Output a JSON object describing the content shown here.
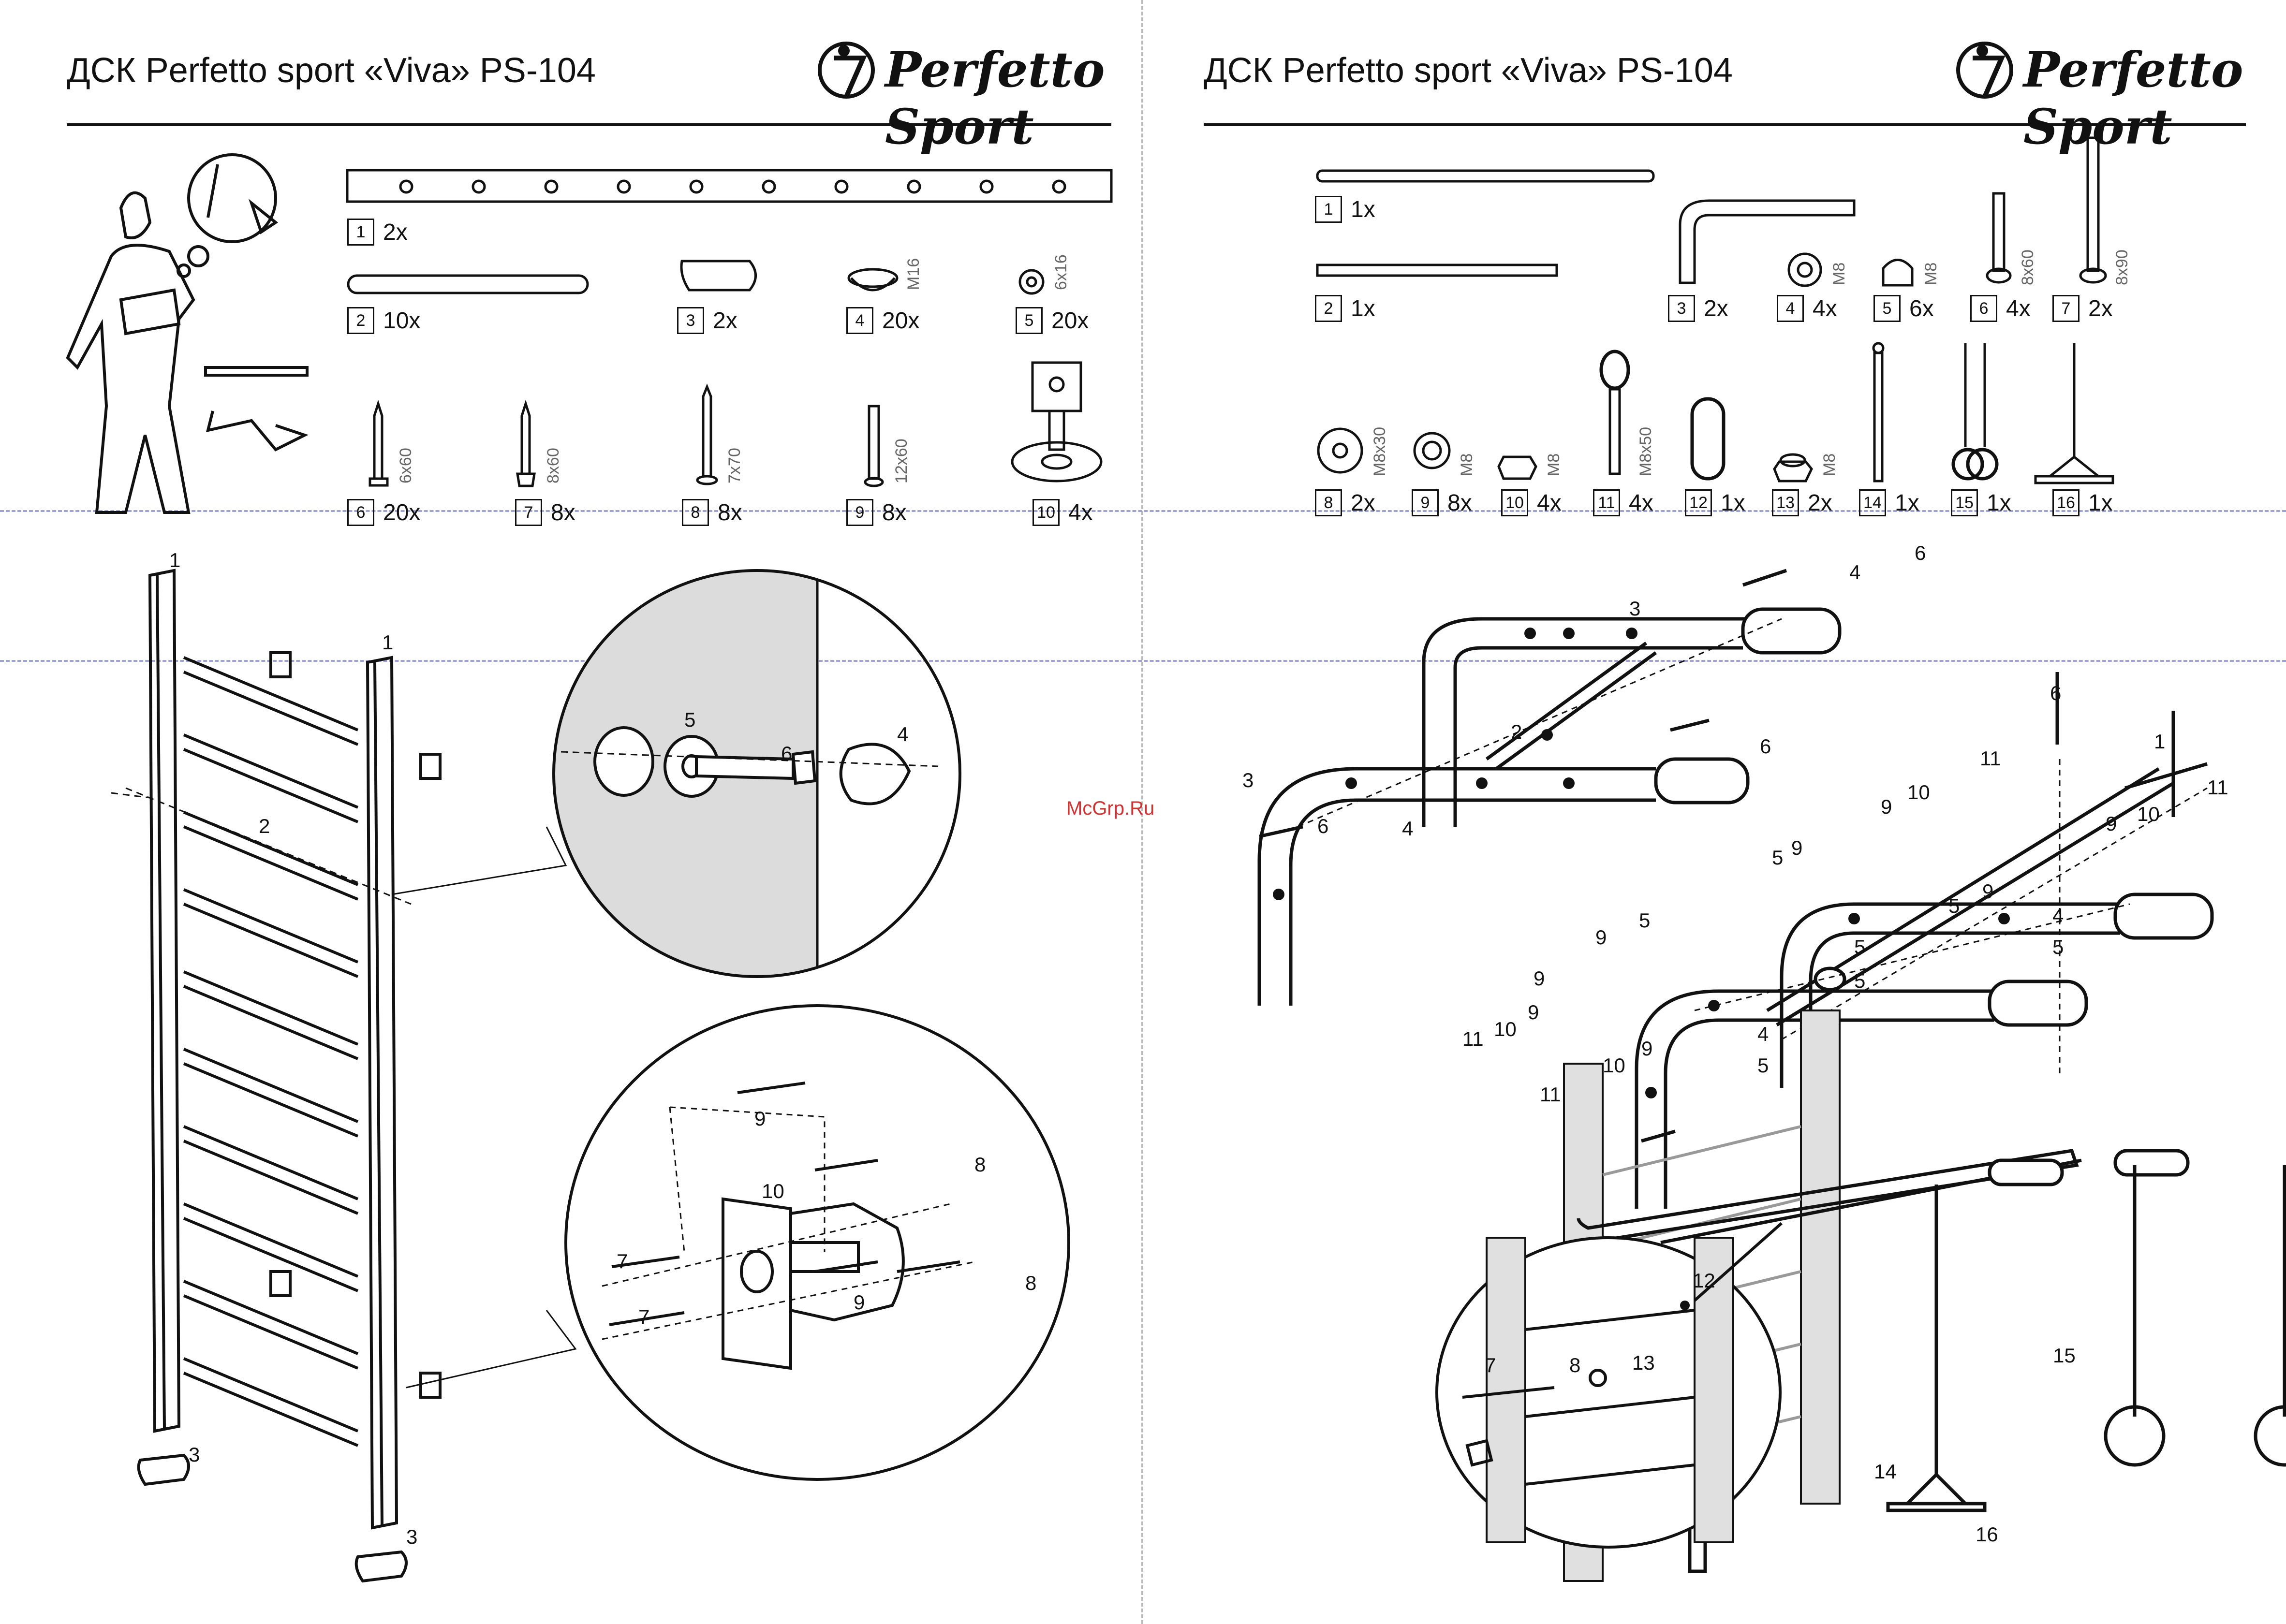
{
  "header": {
    "title_left": "ДСК Perfetto sport «Viva» PS-104",
    "title_right": "ДСК Perfetto sport «Viva» PS-104",
    "logo_left": "Perfetto Sport",
    "logo_right": "Perfetto Sport"
  },
  "watermark": "McGrp.Ru",
  "left_parts": [
    {
      "num": "1",
      "qty": "2x",
      "size": ""
    },
    {
      "num": "2",
      "qty": "10x",
      "size": ""
    },
    {
      "num": "3",
      "qty": "2x",
      "size": ""
    },
    {
      "num": "4",
      "qty": "20x",
      "size": "M16"
    },
    {
      "num": "5",
      "qty": "20x",
      "size": "6x16"
    },
    {
      "num": "6",
      "qty": "20x",
      "size": "6x60"
    },
    {
      "num": "7",
      "qty": "8x",
      "size": "8x60"
    },
    {
      "num": "8",
      "qty": "8x",
      "size": "7x70"
    },
    {
      "num": "9",
      "qty": "8x",
      "size": "12x60"
    },
    {
      "num": "10",
      "qty": "4x",
      "size": ""
    }
  ],
  "right_parts": [
    {
      "num": "1",
      "qty": "1x",
      "size": ""
    },
    {
      "num": "2",
      "qty": "1x",
      "size": ""
    },
    {
      "num": "3",
      "qty": "2x",
      "size": ""
    },
    {
      "num": "4",
      "qty": "4x",
      "size": "M8"
    },
    {
      "num": "5",
      "qty": "6x",
      "size": "M8"
    },
    {
      "num": "6",
      "qty": "4x",
      "size": "8x60"
    },
    {
      "num": "7",
      "qty": "2x",
      "size": "8x90"
    },
    {
      "num": "8",
      "qty": "2x",
      "size": "M8x30"
    },
    {
      "num": "9",
      "qty": "8x",
      "size": "M8"
    },
    {
      "num": "10",
      "qty": "4x",
      "size": "M8"
    },
    {
      "num": "11",
      "qty": "4x",
      "size": "M8x50"
    },
    {
      "num": "12",
      "qty": "1x",
      "size": ""
    },
    {
      "num": "13",
      "qty": "2x",
      "size": "M8"
    },
    {
      "num": "14",
      "qty": "1x",
      "size": ""
    },
    {
      "num": "15",
      "qty": "1x",
      "size": ""
    },
    {
      "num": "16",
      "qty": "1x",
      "size": ""
    }
  ],
  "left_callouts": [
    "1",
    "1",
    "2",
    "3",
    "3",
    "5",
    "6",
    "4",
    "9",
    "10",
    "8",
    "7",
    "7",
    "9",
    "8"
  ],
  "right_callouts": [
    "4",
    "6",
    "3",
    "2",
    "3",
    "6",
    "4",
    "6",
    "6",
    "1",
    "11",
    "11",
    "10",
    "9",
    "10",
    "9",
    "5",
    "9",
    "5",
    "9",
    "5",
    "9",
    "5",
    "4",
    "5",
    "9",
    "5",
    "11",
    "10",
    "9",
    "10",
    "11",
    "9",
    "4",
    "5",
    "12",
    "7",
    "8",
    "13",
    "14",
    "15",
    "16"
  ]
}
